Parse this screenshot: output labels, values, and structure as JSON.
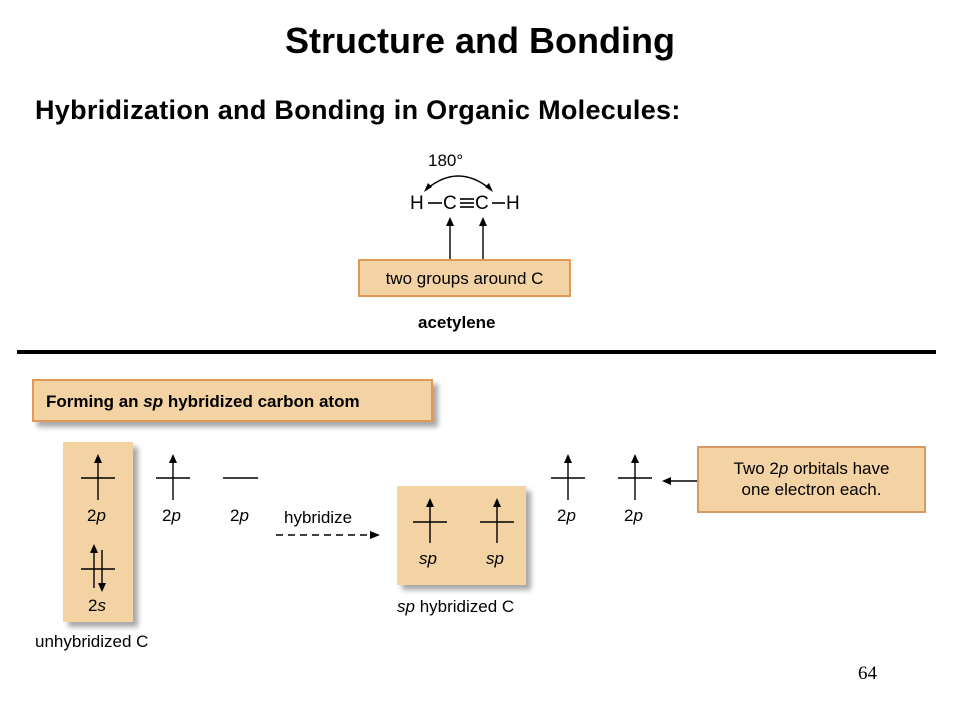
{
  "slide": {
    "title": "Structure and Bonding",
    "subtitle": "Hybridization and Bonding in Organic Molecules:",
    "page_number": "64"
  },
  "acetylene": {
    "angle": "180°",
    "formula_atoms": [
      "H",
      "C",
      "C",
      "H"
    ],
    "groups_box": "two groups around C",
    "name": "acetylene"
  },
  "hybrid_panel": {
    "header": "Forming an sp hybridized carbon atom",
    "header_parts": {
      "pre": "Forming an ",
      "em": "sp",
      "post": " hybridized carbon atom"
    },
    "unhybridized": {
      "orbitals": [
        {
          "num": "2",
          "letter": "p",
          "electrons": "up"
        },
        {
          "num": "2",
          "letter": "s",
          "electrons": "paired"
        }
      ],
      "label": "unhybridized C"
    },
    "free_p_left": [
      {
        "num": "2",
        "letter": "p",
        "electrons": "up"
      },
      {
        "num": "2",
        "letter": "p",
        "electrons": "empty"
      }
    ],
    "hybridize_label": "hybridize",
    "sp_orbitals": [
      {
        "num": "",
        "letter": "sp",
        "electrons": "up"
      },
      {
        "num": "",
        "letter": "sp",
        "electrons": "up"
      }
    ],
    "sp_label": {
      "em": "sp",
      "rest": " hybridized C"
    },
    "free_p_right": [
      {
        "num": "2",
        "letter": "p",
        "electrons": "up"
      },
      {
        "num": "2",
        "letter": "p",
        "electrons": "up"
      }
    ],
    "callout": {
      "line1_pre": "Two 2",
      "line1_em": "p",
      "line1_post": " orbitals have",
      "line2": "one electron each."
    }
  },
  "colors": {
    "box_fill": "#f3d2a4",
    "box_border": "#e19a55"
  }
}
